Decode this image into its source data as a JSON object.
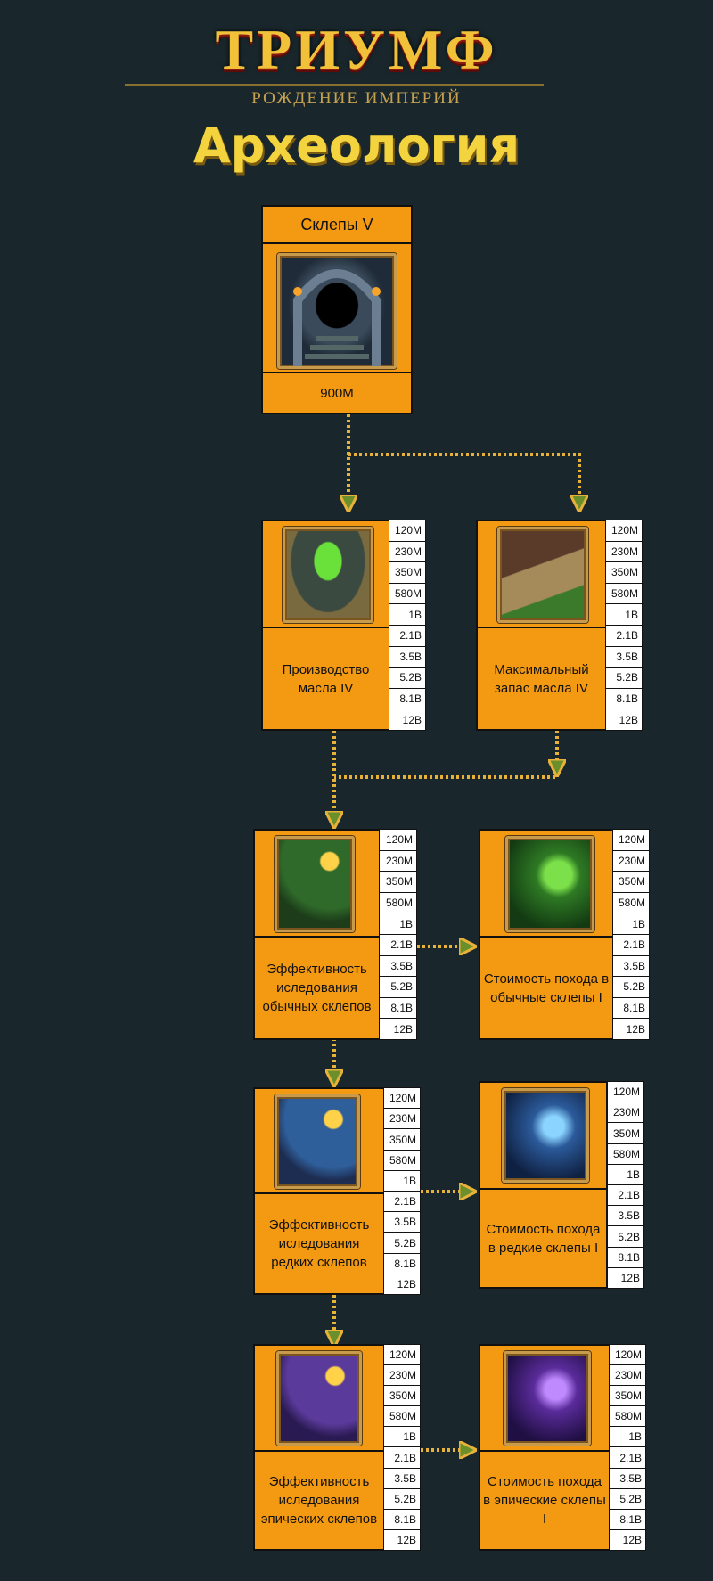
{
  "header": {
    "title": "ТРИУМФ",
    "subtitle": "РОЖДЕНИЕ ИМПЕРИЙ",
    "section": "Археология"
  },
  "root": {
    "title": "Склепы V",
    "cost": "900M"
  },
  "costs": [
    "120M",
    "230M",
    "350M",
    "580M",
    "1B",
    "2.1B",
    "3.5B",
    "5.2B",
    "8.1B",
    "12B"
  ],
  "nodes": [
    {
      "id": "oil_production",
      "label": "Производство масла IV"
    },
    {
      "id": "max_oil",
      "label": "Максимальный запас масла IV"
    },
    {
      "id": "common_eff",
      "label": "Эффективность иследования обычных склепов"
    },
    {
      "id": "common_cost",
      "label": "Стоимость похода в обычные склепы I"
    },
    {
      "id": "rare_eff",
      "label": "Эффективность иследования редких склепов"
    },
    {
      "id": "rare_cost",
      "label": "Стоимость похода в редкие склепы I"
    },
    {
      "id": "epic_eff",
      "label": "Эффективность иследования эпических склепов"
    },
    {
      "id": "epic_cost",
      "label": "Стоимость похода в эпические склепы I"
    }
  ],
  "colors": {
    "background": "#19272c",
    "card": "#f49a12",
    "connector": "#e8b23a",
    "arrow": "#6b8f2a"
  },
  "icons": [
    "crypt-icon",
    "cauldron-icon",
    "oil-crates-icon",
    "torch-man-green-icon",
    "green-potion-icon",
    "torch-man-blue-icon",
    "blue-potion-icon",
    "torch-man-purple-icon",
    "purple-potion-icon"
  ]
}
